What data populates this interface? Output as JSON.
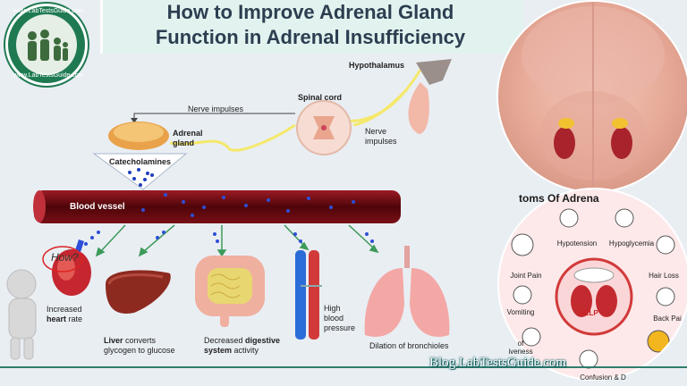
{
  "title": "How to Improve Adrenal Gland\nFunction in Adrenal Insufficiency",
  "logo": {
    "top_text": "www.LabTestsGuide.com",
    "bottom_text": "www.LabTestsGuide.com"
  },
  "diagram": {
    "hypothalamus": "Hypothalamus",
    "spinal_cord": "Spinal cord",
    "nerve_impulses_top": "Nerve impulses",
    "nerve_impulses_right": "Nerve\nimpulses",
    "adrenal_gland": "Adrenal\ngland",
    "catecholamines": "Catecholamines",
    "blood_vessel": "Blood vessel",
    "how": "How?",
    "heart": {
      "pre": "Increased",
      "bold": "heart",
      "post": " rate"
    },
    "liver": {
      "bold": "Liver",
      "post": " converts\nglycogen to glucose"
    },
    "digestive": {
      "pre": "Decreased ",
      "bold": "digestive\nsystem",
      "post": " activity"
    },
    "blood_pressure": "High\nblood\npressure",
    "bronchioles": "Dilation of bronchioles"
  },
  "symptoms": {
    "title": "toms Of Adrena",
    "items": [
      "Hypotension",
      "Hypoglycemia",
      "Joint Pain",
      "Hair Loss",
      "Vomiting",
      "Back Pai",
      "of\niveness",
      "Confusion & D",
      "HELP"
    ]
  },
  "footer": {
    "watermark": "Blog.LabTestsGuide.com"
  },
  "colors": {
    "accent": "#2f7d6d",
    "vessel": "#6e0f16",
    "dots": "#1f3fbf"
  }
}
